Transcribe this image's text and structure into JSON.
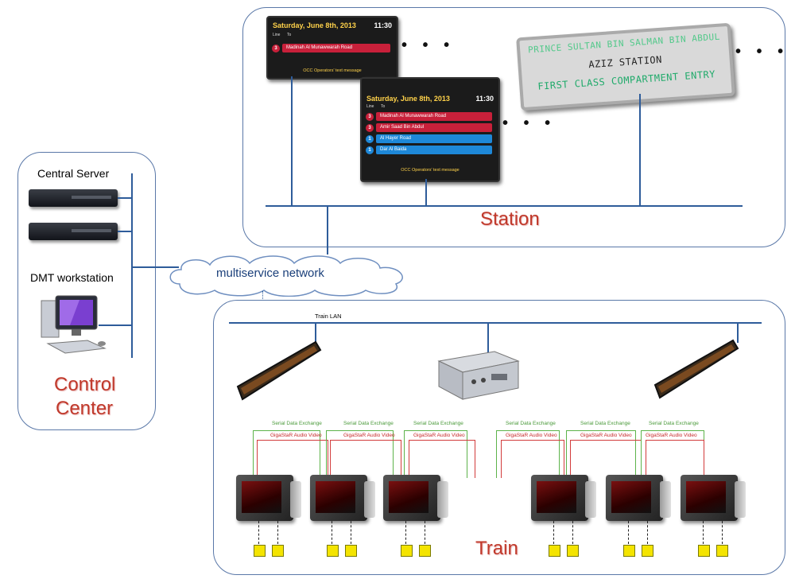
{
  "colors": {
    "panel_border": "#5a78a8",
    "bus_line": "#2e5c9a",
    "title_red": "#c0392b",
    "cable_green": "#5db34a",
    "cable_red": "#d23b3b",
    "led_text": "#1faa6a",
    "speaker_yellow": "#f4e400"
  },
  "control_center": {
    "central_server_label": "Central Server",
    "workstation_label": "DMT workstation",
    "title_line1": "Control",
    "title_line2": "Center"
  },
  "network": {
    "cloud_label": "multiservice network"
  },
  "station": {
    "title": "Station",
    "pid_small": {
      "date": "Saturday, June 8th, 2013",
      "time": "11:30",
      "col_line": "Line",
      "col_to": "To",
      "rows": [
        {
          "line": "3",
          "dest": "Madinah Al Munawwarah Road"
        }
      ],
      "message": "OCC Operators' text message"
    },
    "pid_large": {
      "date": "Saturday, June 8th, 2013",
      "time": "11:30",
      "col_line": "Line",
      "col_to": "To",
      "rows": [
        {
          "line": "3",
          "dest": "Madinah Al Munawwarah Road"
        },
        {
          "line": "3",
          "dest": "Amir Saad Bin Abdul"
        },
        {
          "line": "1",
          "dest": "Al Hayer Road"
        },
        {
          "line": "1",
          "dest": "Dar Al Baida"
        }
      ],
      "message": "OCC Operators' text message"
    },
    "led_sign": {
      "line1": "PRINCE SULTAN BIN SALMAN BIN ABDUL",
      "line2": "AZIZ STATION",
      "line3": "FIRST CLASS COMPARTMENT ENTRY"
    },
    "ellipsis": "• • •"
  },
  "train": {
    "title": "Train",
    "lan_label": "Train LAN",
    "serial_label": "Serial Data Exchange",
    "audio_label": "GigaStaR Audio Video"
  }
}
